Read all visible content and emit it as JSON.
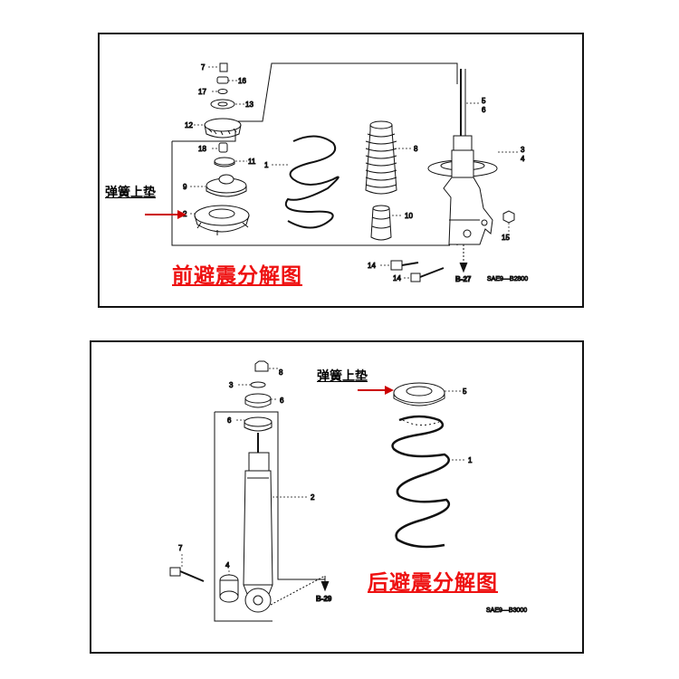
{
  "colors": {
    "title": "#ee1111",
    "arrow": "#cc0000",
    "ink": "#111111"
  },
  "front": {
    "title": "前避震分解图",
    "callout": "弹簧上垫",
    "code": "SAE9—B2800",
    "ref": "B-27",
    "parts": {
      "p1": "1",
      "p2": "2",
      "p3": "3",
      "p4": "4",
      "p5": "5",
      "p6": "6",
      "p7": "7",
      "p8": "8",
      "p9": "9",
      "p10": "10",
      "p11": "11",
      "p12": "12",
      "p13": "13",
      "p14a": "14",
      "p14b": "14",
      "p15": "15",
      "p16": "16",
      "p17": "17",
      "p18": "18"
    }
  },
  "rear": {
    "title": "后避震分解图",
    "callout": "弹簧上垫",
    "code": "SAE9—B3000",
    "ref": "B-29",
    "parts": {
      "p1": "1",
      "p2": "2",
      "p3": "3",
      "p4": "4",
      "p5": "5",
      "p6a": "6",
      "p6b": "6",
      "p7": "7",
      "p8": "8"
    }
  }
}
